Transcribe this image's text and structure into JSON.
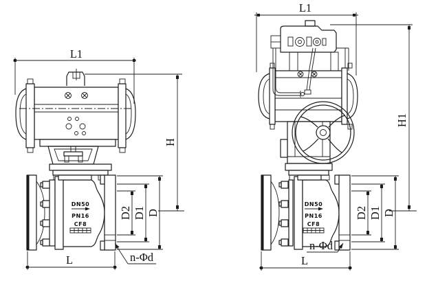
{
  "drawing": {
    "background": "#ffffff",
    "line_color": "#1c1c1c",
    "views": {
      "front": {
        "dim_l1": "L1",
        "dim_h": "H",
        "dim_d2": "D2",
        "dim_d1": "D1",
        "dim_d": "D",
        "dim_l": "L",
        "bolt_callout": "n-Φd",
        "nameplate": {
          "size": "DN50",
          "rating": "PN16",
          "material": "CF8"
        }
      },
      "side": {
        "dim_l1": "L1",
        "dim_h1": "H1",
        "dim_d2": "D2",
        "dim_d1": "D1",
        "dim_d": "D",
        "dim_l": "L",
        "bolt_callout": "n-Φd",
        "nameplate": {
          "size": "DN50",
          "rating": "PN16",
          "material": "CF8"
        }
      }
    }
  }
}
